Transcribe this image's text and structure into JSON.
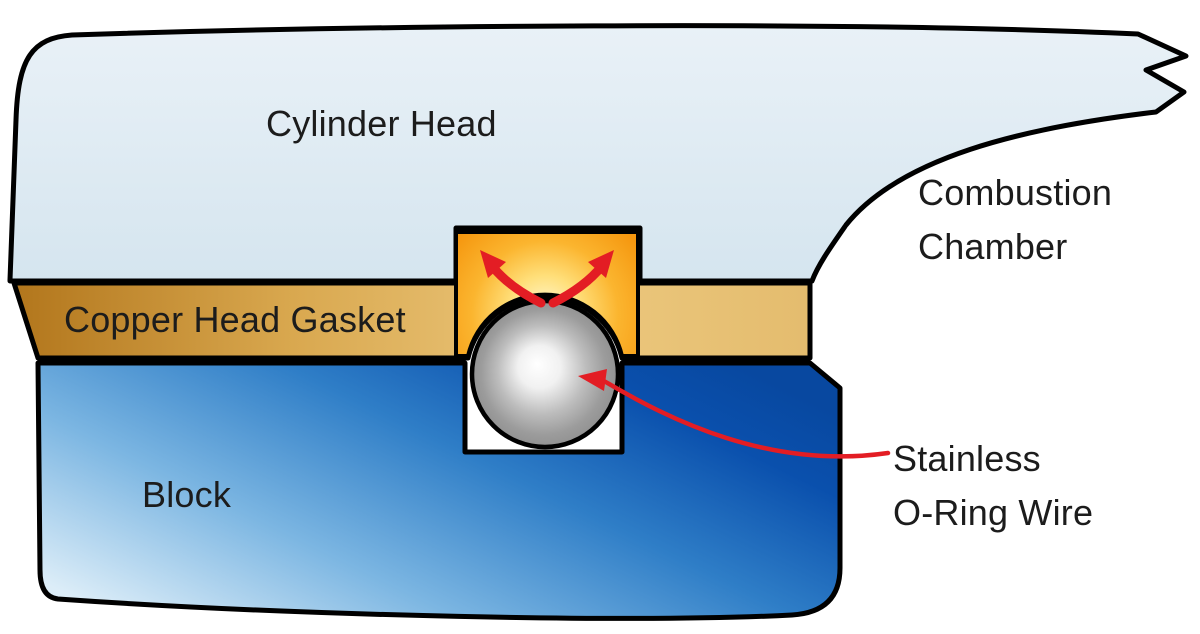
{
  "diagram": {
    "type": "engine-head-gasket-cross-section",
    "labels": {
      "cylinder_head": "Cylinder Head",
      "combustion_chamber": {
        "line1": "Combustion",
        "line2": "Chamber"
      },
      "copper_head_gasket": "Copper Head Gasket",
      "block": "Block",
      "oring": {
        "line1": "Stainless",
        "line2": "O-Ring Wire"
      }
    },
    "colors": {
      "cylinder_head_fill": "#dde9f2",
      "gasket_copper_dark": "#b2761c",
      "gasket_copper_light": "#ecc87e",
      "combustion_glow_center": "#fff6cd",
      "combustion_glow_edge": "#f5970f",
      "block_blue_light": "#dcedf8",
      "block_blue_dark": "#0a4fae",
      "oring_gray_center": "#ffffff",
      "oring_gray_edge": "#8f8f8f",
      "arrow_red": "#e31d24",
      "outline_black": "#000000",
      "label_text": "#1c1c1c"
    }
  }
}
